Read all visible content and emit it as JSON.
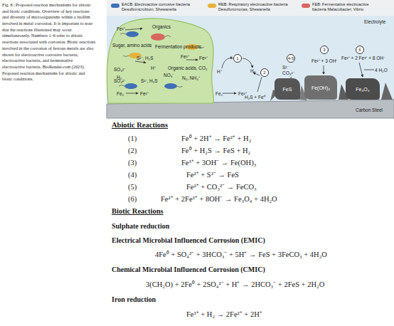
{
  "diagram": {
    "caption": "Fig. 8 | Proposed reaction mechanisms for abiotic and biotic conditions. Overview of key reactions and diversity of microorganisms within a biofilm involved in metal corrosion. It is important to note that the reactions illustrated may occur simultaneously. Numbers 1–6 refer to abiotic reactions associated with corrosion. Biotic reactions involved in the corrosion of ferrous metals are also shown for electroactive corrosive bacteria, electroactive bacteria, and fermentative electroactive bacteria. BioRender.com (2023). Proposed reaction mechanisms for abiotic and biotic conditions.",
    "nodes": [
      {
        "text": [
          "FeS"
        ]
      },
      {
        "text": [
          "Fe(OH)₃"
        ]
      },
      {
        "text": [
          "Fe₃O₄"
        ]
      }
    ],
    "labels": [
      "Electrolyte",
      "Carbon Steel",
      "Fe²⁺",
      "Organics",
      "Sugar, amino acids",
      "Fermentation products",
      "Fe³⁺",
      "Fe²⁺",
      "SO₄²⁻",
      "S²⁻, H₂S",
      "H₂",
      "H⁺",
      "Organic acids, CO₂",
      "SO₄²⁻",
      "S²⁻, H₂S",
      "NO₃⁻",
      "N₂, NH₄⁺",
      "Fe₀",
      "Fe²⁺",
      "H⁺",
      "1",
      "H₂",
      "2",
      "Fe₀",
      "Fe²⁺",
      "H₂S + Fe⁰",
      "4-5",
      "S²⁻",
      "CO₃²⁻",
      "3",
      "Fe³⁺ + 3 OH⁻",
      "6",
      "Fe²⁺ + 2 Fe³⁺ + 8 OH⁻",
      "4 H₂O",
      "Abiotic Reactions",
      "(1)",
      "Fe⁰ + 2H⁺ → Fe²⁺ + H₂",
      "(2)",
      "Fe⁰ + H₂S → FeS + H₂",
      "(3)",
      "Fe³⁺ + 3OH⁻ → Fe(OH)₃",
      "(4)",
      "Fe²⁺ + S²⁻ → FeS",
      "(5)",
      "Fe²⁺ + CO₃²⁻ → FeCO₃",
      "(6)",
      "Fe²⁺ + 2Fe³⁺ + 8OH⁻ → Fe₃O₄ + 4H₂O",
      "Biotic Reactions",
      "Sulphate reduction",
      "Electrical Microbial Influenced Corrosion (EMIC)",
      "4Fe⁰ + SO₄²⁻ + 3HCO₃⁻ + 5H⁺ → FeS + 3FeCO₃ + 4H₂O",
      "Chemical Microbial Influenced Corrosion (CMIC)",
      "3(CH₂O) + 2Fe⁰ + 2SO₄²⁻ + H⁺ → 2HCO₃⁻ + 2FeS + 2H₂O",
      "Iron reduction",
      "Fe³⁺ + H₂ → 2Fe²⁺ + 2H⁺"
    ],
    "legend": [
      {
        "text": "EACB: Electroactive corrosive bacteria Desulfomicrobium, Shewanella",
        "color": "#3f6fb6"
      },
      {
        "text": "REB: Respiratory electroactive bacteria Desulfuromonas, Shewanella",
        "color": "#e6b23c"
      },
      {
        "text": "FEB: Fermentative electroactive bacteria Malacobacter, Vibrio",
        "color": "#d9665f"
      }
    ]
  }
}
